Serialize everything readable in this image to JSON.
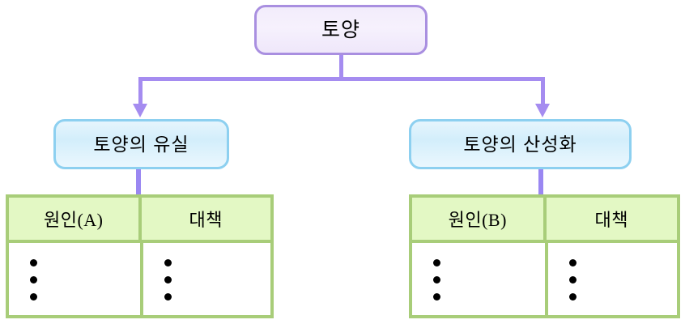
{
  "diagram": {
    "type": "hierarchy-tree",
    "root": {
      "label": "토양",
      "fill_color": "#f2ecfb",
      "border_color": "#a98fe0"
    },
    "connector_color": "#a58cf0",
    "branches": [
      {
        "label": "토양의 유실",
        "fill_color": "#d3eefb",
        "border_color": "#8dd0f0",
        "table": {
          "border_color": "#a8cd79",
          "header_fill": "#e3f8c4",
          "columns": [
            {
              "header": "원인(A)",
              "bullets": [
                "",
                "",
                ""
              ]
            },
            {
              "header": "대책",
              "bullets": [
                "",
                "",
                ""
              ]
            }
          ]
        }
      },
      {
        "label": "토양의 산성화",
        "fill_color": "#d3eefb",
        "border_color": "#8dd0f0",
        "table": {
          "border_color": "#a8cd79",
          "header_fill": "#e3f8c4",
          "columns": [
            {
              "header": "원인(B)",
              "bullets": [
                "",
                "",
                ""
              ]
            },
            {
              "header": "대책",
              "bullets": [
                "",
                "",
                ""
              ]
            }
          ]
        }
      }
    ]
  }
}
